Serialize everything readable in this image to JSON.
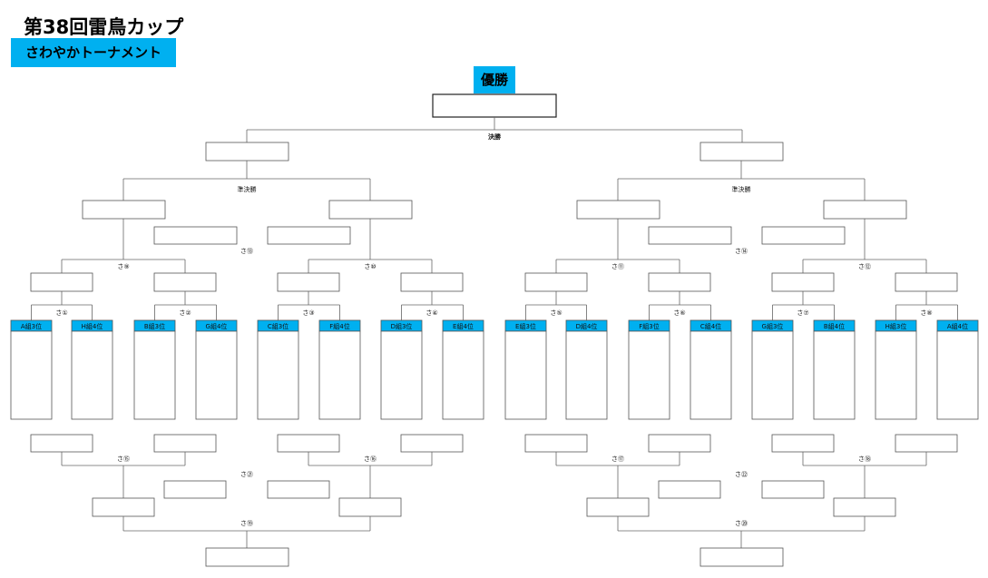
{
  "header": {
    "title": "第38回雷鳥カップ",
    "subtitle": "さわやかトーナメント",
    "champion_label": "優勝"
  },
  "round_labels": {
    "final": "決勝",
    "semi_left": "準決勝",
    "semi_right": "準決勝"
  },
  "match_labels": {
    "m1": "さ①",
    "m2": "さ②",
    "m3": "さ③",
    "m4": "さ④",
    "m5": "さ⑤",
    "m6": "さ⑥",
    "m7": "さ⑦",
    "m8": "さ⑧",
    "m9": "さ⑨",
    "m10": "さ⑩",
    "m11": "さ⑪",
    "m12": "さ⑫",
    "m13": "さ⑬",
    "m14": "さ⑭",
    "m15": "さ⑮",
    "m16": "さ⑯",
    "m17": "さ⑰",
    "m18": "さ⑱",
    "m19": "さ⑲",
    "m20": "さ⑳",
    "m21": "さ㉑",
    "m22": "さ㉒"
  },
  "teams": [
    "A組3位",
    "H組4位",
    "B組3位",
    "G組4位",
    "C組3位",
    "F組4位",
    "D組3位",
    "E組4位",
    "E組3位",
    "D組4位",
    "F組3位",
    "C組4位",
    "G組3位",
    "B組4位",
    "H組3位",
    "A組4位"
  ]
}
